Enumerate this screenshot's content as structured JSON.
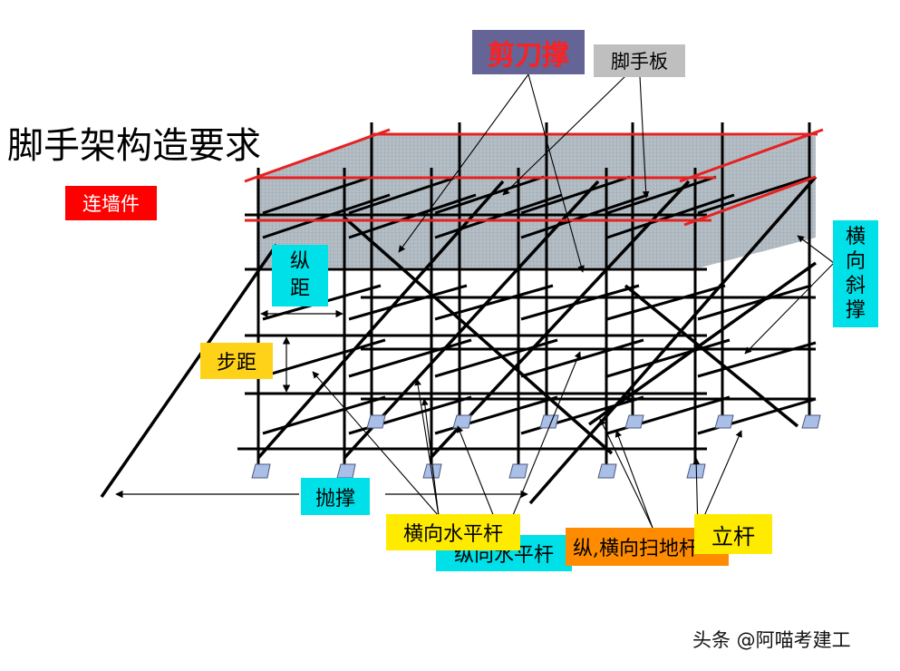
{
  "title": "脚手架构造要求",
  "watermark": "头条 @阿喵考建工",
  "colors": {
    "pipe": "#000000",
    "guardrail": "#e52222",
    "mesh": "#8a9aa8",
    "base_plate": "#a9bfe8",
    "red_label": "#ff0000",
    "cyan_label": "#00e0e8",
    "yellow_label": "#ffeb00",
    "orange_label": "#ff8c00",
    "slate_label": "#646496",
    "gray_label": "#bfbfbf"
  },
  "labels": {
    "scissor_brace": "剪刀撑",
    "scaffold_board": "脚手板",
    "wall_tie": "连墙件",
    "transverse_diagonal": "横\n向\n斜\n撑",
    "longitudinal_spacing": "纵\n距",
    "step_distance": "步距",
    "throw_brace": "抛撑",
    "transverse_horizontal_bar": "横向水平杆",
    "longitudinal_horizontal_bar": "纵向水平杆",
    "sweep_bar": "纵,横向扫地杆",
    "upright": "立杆"
  }
}
